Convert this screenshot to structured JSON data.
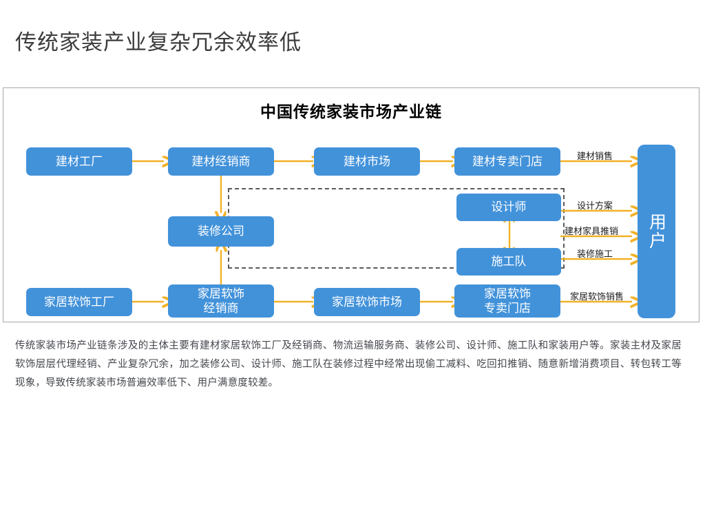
{
  "slide": {
    "title": "传统家装产业复杂冗余效率低"
  },
  "diagram": {
    "title": "中国传统家装市场产业链",
    "accent_color": "#4292da",
    "arrow_color": "#f2b125",
    "dashed_border_color": "#5a5a5a",
    "panel_border_color": "#a6a6a6",
    "nodes": {
      "building_material_factory": "建材工厂",
      "building_material_dealer": "建材经销商",
      "building_material_market": "建材市场",
      "building_material_store": "建材专卖门店",
      "decoration_company": "装修公司",
      "designer": "设计师",
      "construction_team": "施工队",
      "home_furnishing_factory": "家居软饰工厂",
      "home_furnishing_dealer": "家居软饰\n经销商",
      "home_furnishing_dealer_line1": "家居软饰",
      "home_furnishing_dealer_line2": "经销商",
      "home_furnishing_market": "家居软饰市场",
      "home_furnishing_store_line1": "家居软饰",
      "home_furnishing_store_line2": "专卖门店",
      "user": "用户"
    },
    "flow_labels": {
      "material_sales": "建材销售",
      "design_plan": "设计方案",
      "material_furniture_promotion": "建材家具推销",
      "decoration_construction": "装修施工",
      "home_furnishing_sales": "家居软饰销售"
    }
  },
  "body": {
    "paragraph": "传统家装市场产业链条涉及的主体主要有建材家居软饰工厂及经销商、物流运输服务商、装修公司、设计师、施工队和家装用户等。家装主材及家居软饰层层代理经销、产业复杂冗余，加之装修公司、设计师、施工队在装修过程中经常出现偷工减料、吃回扣推销、随意新增消费项目、转包转工等现象，导致传统家装市场普遍效率低下、用户满意度较差。"
  }
}
